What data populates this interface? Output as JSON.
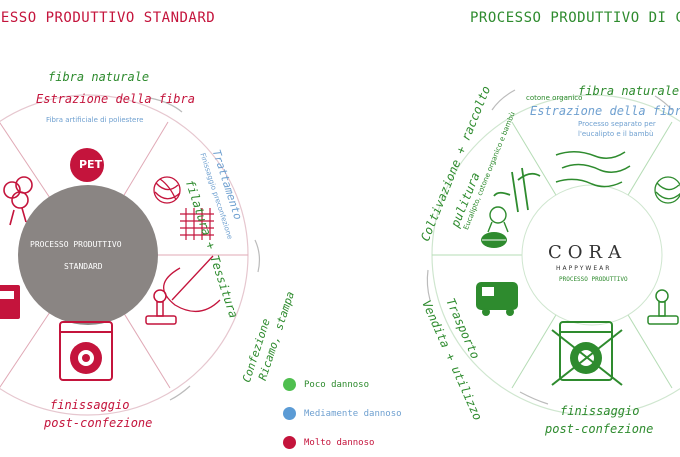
{
  "titles": {
    "left": "CESSO PRODUTTIVO STANDARD",
    "right": "PROCESSO PRODUTTIVO DI CO"
  },
  "left_wheel": {
    "center_line1": "PROCESSO PRODUTTIVO",
    "center_line2": "STANDARD",
    "pet_badge": "PET",
    "fibra_naturale": "fibra naturale",
    "estrazione": "Estrazione della fibra",
    "fibra_artificiale": "Fibra artificiale di poliestere",
    "filatura": "filatura + Tessitura",
    "trattamento": "Trattamento",
    "finissaggio_note": "Finissaggio preconfezione",
    "confezione": "Confezione",
    "ricamo": "Ricamo, stampa",
    "finissaggio": "finissaggio",
    "post_confezione": "post-confezione"
  },
  "right_wheel": {
    "brand": "CORA",
    "brand_sub": "HAPPYWEAR",
    "center_caption": "PROCESSO PRODUTTIVO",
    "cotone": "cotone organico",
    "fibra_naturale": "fibra naturale",
    "estrazione": "Estrazione della fibra",
    "processo_note_1": "Processo separato per",
    "processo_note_2": "l'eucalipto e il bambù",
    "coltivazione": "Coltivazione + raccolto",
    "pulitura": "pulitura",
    "eucalipto_note": "Eucalipto, cotone organico e bambù",
    "trasporto": "Trasporto",
    "vendita": "Vendita + utilizzo",
    "finissaggio": "finissaggio",
    "post_confezione": "post-confezione"
  },
  "legend": [
    {
      "label": "Poco dannoso",
      "color": "#4fbf4f"
    },
    {
      "label": "Mediamente dannoso",
      "color": "#5b9bd5"
    },
    {
      "label": "Molto dannoso",
      "color": "#c4143c"
    }
  ],
  "colors": {
    "harmful": "#c4143c",
    "eco": "#2e8b2e",
    "medium": "#6fa0d0",
    "center_gray": "#8a8583"
  }
}
